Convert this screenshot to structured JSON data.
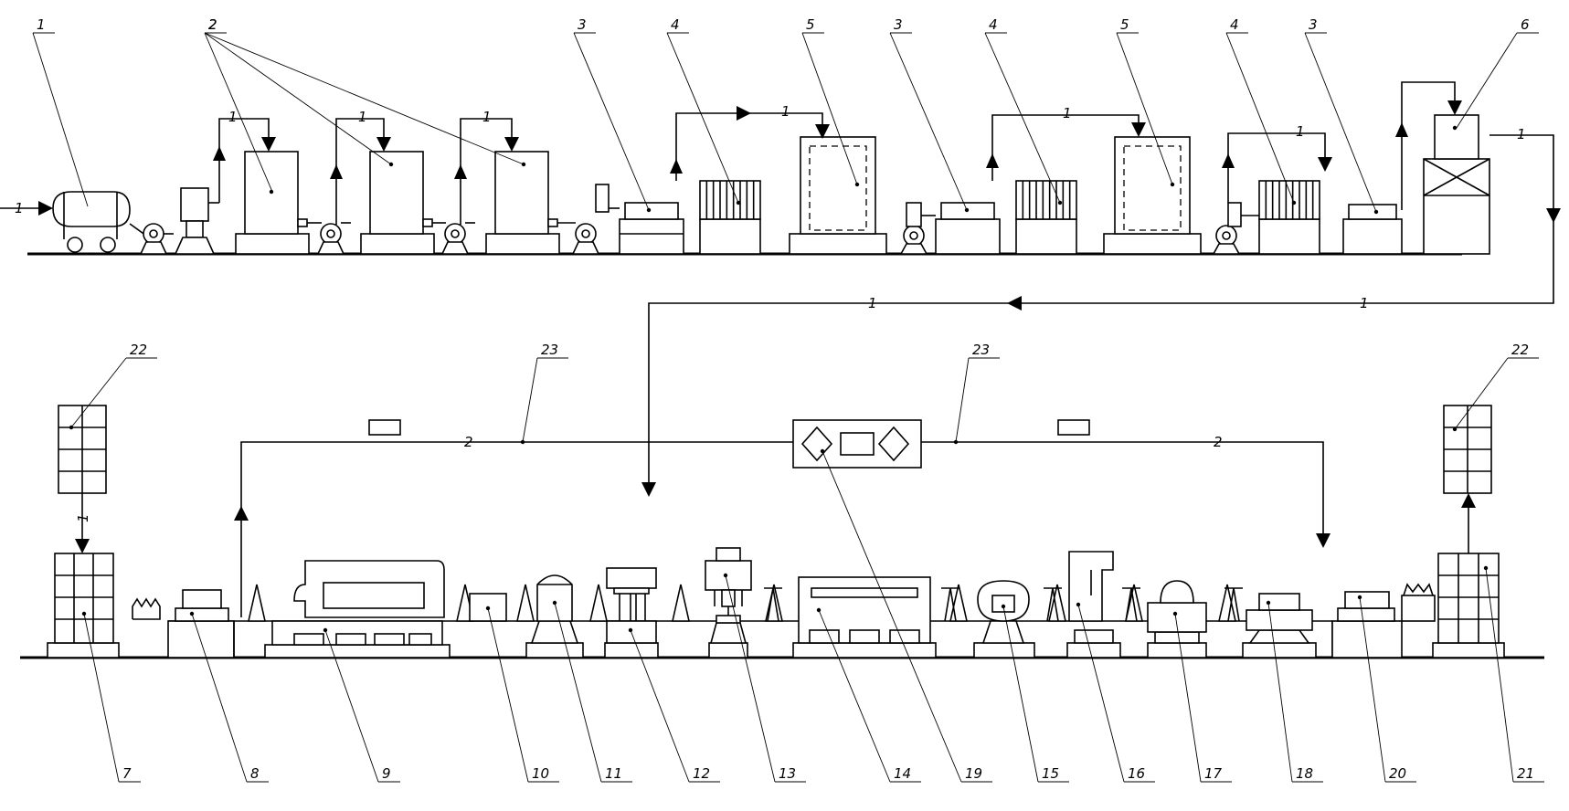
{
  "flow_labels": {
    "line1": "1",
    "line2": "2"
  },
  "callouts": {
    "n1": "1",
    "n2": "2",
    "n3": "3",
    "n4": "4",
    "n5": "5",
    "n6": "6",
    "n7": "7",
    "n8": "8",
    "n9": "9",
    "n10": "10",
    "n11": "11",
    "n12": "12",
    "n13": "13",
    "n14": "14",
    "n15": "15",
    "n16": "16",
    "n17": "17",
    "n18": "18",
    "n19": "19",
    "n20": "20",
    "n21": "21",
    "n22": "22",
    "n23": "23"
  }
}
